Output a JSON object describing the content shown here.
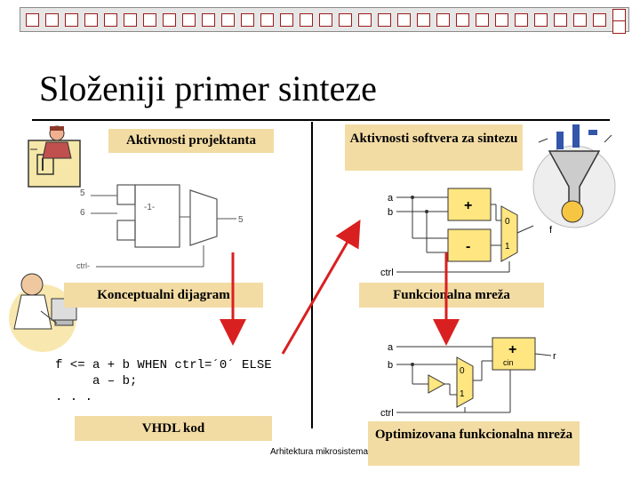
{
  "slide": {
    "title": "Složeniji primer sinteze",
    "footer": "Arhitektura mikrosistema"
  },
  "labels": {
    "designer_activities": "Aktivnosti projektanta",
    "software_activities": "Aktivnosti softvera za sintezu",
    "conceptual_diagram": "Konceptualni dijagram",
    "functional_network": "Funkcionalna mreža",
    "vhdl_code": "VHDL kod",
    "optimized_network": "Optimizovana funkcionalna mreža"
  },
  "code": {
    "line1": "f <= a + b WHEN ctrl=´0´ ELSE",
    "line2": "     a – b;",
    "line3": ". . ."
  },
  "circuit1": {
    "in_a": "a",
    "in_b": "b",
    "plus": "+",
    "minus": "-",
    "mux0": "0",
    "mux1": "1",
    "out": "f",
    "ctrl": "ctrl"
  },
  "circuit2": {
    "in_a": "a",
    "in_b": "b",
    "plus": "+",
    "cin": "cin",
    "mux0": "0",
    "mux1": "1",
    "out": "r",
    "ctrl": "ctrl"
  },
  "sketch": {
    "label_inner": "-1-",
    "label_five": "5",
    "label_six": "6",
    "label_ctrl": "ctrl-"
  },
  "colors": {
    "label_box": "#f3dca4",
    "arrow": "#d92020",
    "square_border": "#9b1c1c",
    "circuit_block": "#ffe680"
  },
  "icons": [
    "designer-clipart-icon",
    "person-at-computer-clipart-icon",
    "funnel-tools-clipart-icon"
  ]
}
